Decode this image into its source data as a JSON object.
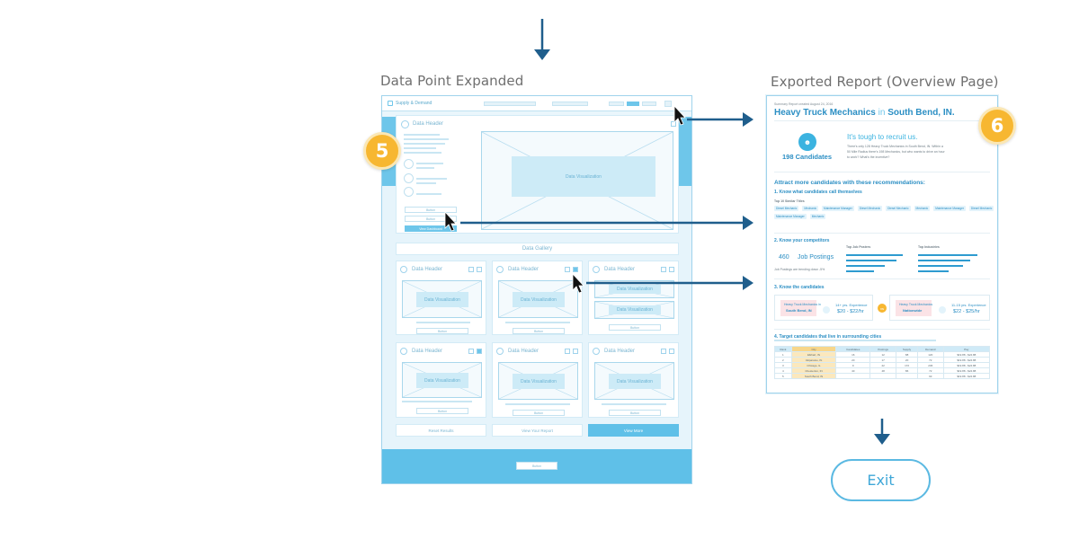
{
  "headings": {
    "left": "Data Point Expanded",
    "right": "Exported Report (Overview Page)"
  },
  "badges": {
    "five": "5",
    "six": "6"
  },
  "exit_label": "Exit",
  "wireframe": {
    "logo": "Supply & Demand",
    "header_label": "Data Header",
    "visualization_label": "Data Visualization",
    "gallery_label": "Data Gallery",
    "button_1": "Button",
    "button_2": "Button",
    "view_button": "View Dashboard",
    "card_button": "Button",
    "reset_label": "Reset Results",
    "report_label": "View Your Report",
    "more_label": "View More",
    "footer_button": "Button"
  },
  "report": {
    "meta": "Summary Report created August 24, 2016",
    "title_main": "Heavy Truck Mechanics",
    "title_in": "in",
    "title_place": "South Bend, IN.",
    "candidates": "198 Candidates",
    "tough": "It's tough to recruit us.",
    "tough_body_1": "There's only 128 Heavy Truck Mechanics in South Bend, IN. Within a",
    "tough_body_2": "50 Mile Radius there's 198 Mechanics, but who wants to drive an hour",
    "tough_body_3": "to work? What's the incentive?",
    "attract": "Attract more candidates with these recommendations:",
    "sec1": "1. Know what candidates call themselves",
    "sec1_sub": "Top 10 Similar Titles",
    "titles": [
      "Diesel Mechanic",
      "Mechanic",
      "Maintenance Manager",
      "Diesel Mechanic",
      "Diesel Mechanic",
      "Mechanic",
      "Maintenance Manager",
      "Diesel Mechanic",
      "Maintenance Manager",
      "Mechanic"
    ],
    "sec2": "2. Know your competitors",
    "postings_num": "460",
    "postings_label": "Job Postings",
    "trend": "Job Postings are trending down -5%",
    "top_job": "Top Job Posters",
    "top_ind": "Top Industries",
    "sec3": "3. Know the candidates",
    "cand1_title": "Heavy Truck Mechanics in",
    "cand1_place": "South Bend, IN",
    "cand1_exp": "14+ yrs. Experience",
    "cand1_pay": "$20 - $22/hr",
    "cand2_title": "Heavy Truck Mechanics",
    "cand2_place": "Nationwide",
    "cand2_exp": "11-15 yrs. Experience",
    "cand2_pay": "$22 - $25/hr",
    "vs": "vs",
    "sec4": "4. Target candidates that live in surrounding cities",
    "table_headers": [
      "Rank",
      "City",
      "Candidates",
      "Postings",
      "Supply",
      "Demand",
      "Pay"
    ],
    "table_rows": [
      [
        "1",
        "Elkhart, IN",
        "16",
        "12",
        "88",
        "120",
        "$19.88 - $24.88"
      ],
      [
        "2",
        "Valparaiso, IN",
        "20",
        "17",
        "20",
        "72",
        "$19.88 - $24.88"
      ],
      [
        "3",
        "Chicago, IL",
        "9",
        "22",
        "172",
        "206",
        "$19.88 - $24.88"
      ],
      [
        "4",
        "Chesterton, IN",
        "40",
        "48",
        "86",
        "72",
        "$19.88 - $24.88"
      ],
      [
        "5",
        "South Bend, IN",
        "",
        "",
        "",
        "93",
        "$19.88 - $24.88"
      ]
    ]
  }
}
